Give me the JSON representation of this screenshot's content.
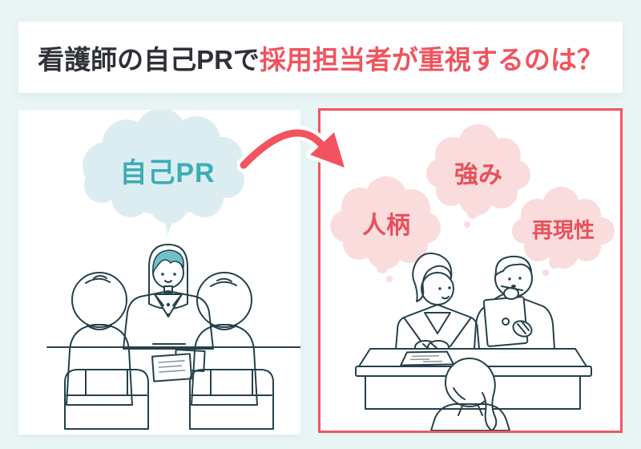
{
  "title": {
    "text_dark": "看護師の自己PRで",
    "text_red": "採用担当者が重視するのは？",
    "dark_color": "#2e3138",
    "red_color": "#f0545e"
  },
  "left_panel": {
    "bubble": {
      "label": "自己PR",
      "fill_color": "#dcedf1",
      "text_color": "#3badb6"
    },
    "illustration": "candidate-interview-scene"
  },
  "arrow": {
    "color": "#f3535f"
  },
  "right_panel": {
    "border_color": "#f0565e",
    "cloud_fill": "#fadcdd",
    "cloud_text_color": "#e8505a",
    "clouds": [
      {
        "label": "人柄"
      },
      {
        "label": "強み"
      },
      {
        "label": "再現性"
      }
    ],
    "illustration": "recruiters-thinking-scene"
  },
  "theme": {
    "background": "#e9f4f5",
    "illustration_teal": "#8fccd3",
    "illustration_teal_dark": "#5fc0ca",
    "outline": "#25414a"
  }
}
